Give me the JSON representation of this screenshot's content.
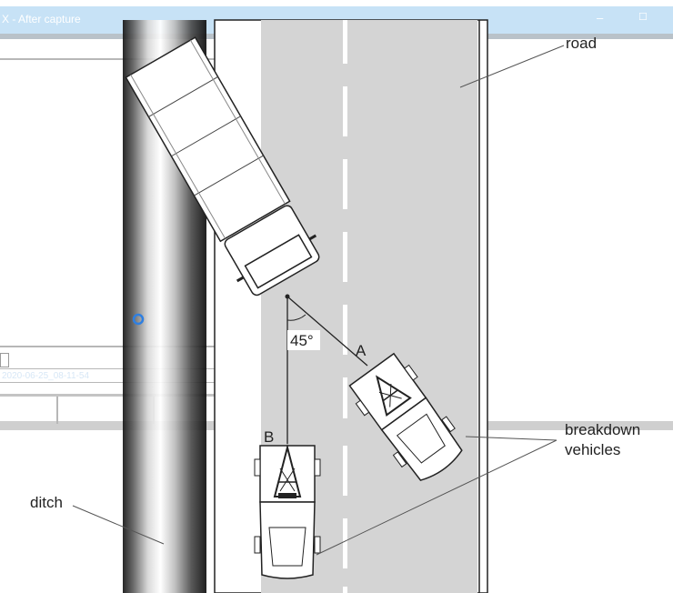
{
  "window": {
    "title": "X - After capture",
    "minimize_glyph": "–",
    "maximize_glyph": "☐",
    "timestamp": "2020-06-25_08-11-54"
  },
  "diagram": {
    "labels": {
      "road": "road",
      "ditch": "ditch",
      "breakdown_line1": "breakdown",
      "breakdown_line2": "vehicles",
      "angle": "45°",
      "vehicle_a": "A",
      "vehicle_b": "B"
    },
    "colors": {
      "road_surface": "#d4d4d4",
      "lane_dash": "#ffffff",
      "ditch_dark": "#111111",
      "ditch_light": "#ffffff",
      "outline": "#222222",
      "titlebar": "#c7e2f6",
      "status_ring": "#2f7fe0"
    }
  }
}
